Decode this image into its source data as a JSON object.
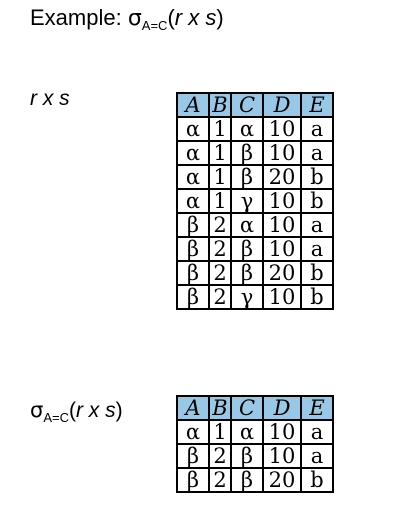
{
  "header": {
    "prefix": "Example:  ",
    "sigma": "σ",
    "subscript": "A=C",
    "open_paren": "(",
    "expr": "r x s",
    "close_paren": ")"
  },
  "product": {
    "label": "r x s",
    "columns": [
      "A",
      "B",
      "C",
      "D",
      "E"
    ],
    "rows": [
      [
        "α",
        "1",
        "α",
        "10",
        "a"
      ],
      [
        "α",
        "1",
        "β",
        "10",
        "a"
      ],
      [
        "α",
        "1",
        "β",
        "20",
        "b"
      ],
      [
        "α",
        "1",
        "γ",
        "10",
        "b"
      ],
      [
        "β",
        "2",
        "α",
        "10",
        "a"
      ],
      [
        "β",
        "2",
        "β",
        "10",
        "a"
      ],
      [
        "β",
        "2",
        "β",
        "20",
        "b"
      ],
      [
        "β",
        "2",
        "γ",
        "10",
        "b"
      ]
    ]
  },
  "selection": {
    "sigma": "σ",
    "subscript": "A=C",
    "open_paren": "(",
    "expr": "r x s",
    "close_paren": ")",
    "columns": [
      "A",
      "B",
      "C",
      "D",
      "E"
    ],
    "rows": [
      [
        "α",
        "1",
        "α",
        "10",
        "a"
      ],
      [
        "β",
        "2",
        "β",
        "10",
        "a"
      ],
      [
        "β",
        "2",
        "β",
        "20",
        "b"
      ]
    ]
  }
}
